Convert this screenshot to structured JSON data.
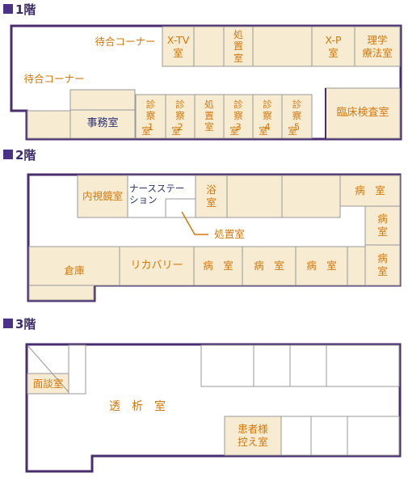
{
  "floors": {
    "f1": "1階",
    "f2": "2階",
    "f3": "3階"
  },
  "rooms1": {
    "waiting_upper": "待合コーナー",
    "waiting_lower": "待合コーナー",
    "xtv": "X-TV\n室",
    "shochi": "処\n置\n室",
    "xp": "X-P\n室",
    "rigaku": "理学\n療法室",
    "jimu": "事務室",
    "shin1": "診\n察\n1",
    "shin2": "診\n察\n2",
    "shin3": "診\n察\n3",
    "shin4": "診\n察\n4",
    "shin5": "診\n察\n5",
    "shochi_b": "処\n置\n室",
    "rinsho": "臨床検査室",
    "shitsu": "室"
  },
  "rooms2": {
    "naishi": "内視鏡室",
    "nurse": "ナースステー\nション",
    "yoku": "浴\n室",
    "shochi": "処置室",
    "byo_tr": "病　室",
    "byo_r1": "病\n室",
    "byo_r2": "病\n室",
    "soko": "倉庫",
    "reha": "リカバリー",
    "byo_b1": "病　室",
    "byo_b2": "病　室",
    "byo_b3": "病　室"
  },
  "rooms3": {
    "mendan": "面談室",
    "toseki": "透　析　室",
    "kanja": "患者様\n控え室"
  },
  "colors": {
    "wall": "#4a2d6e",
    "room": "#f7ecd2",
    "corridor": "#ffffff",
    "accent": "#d4770a",
    "navy": "#2b2f70"
  }
}
